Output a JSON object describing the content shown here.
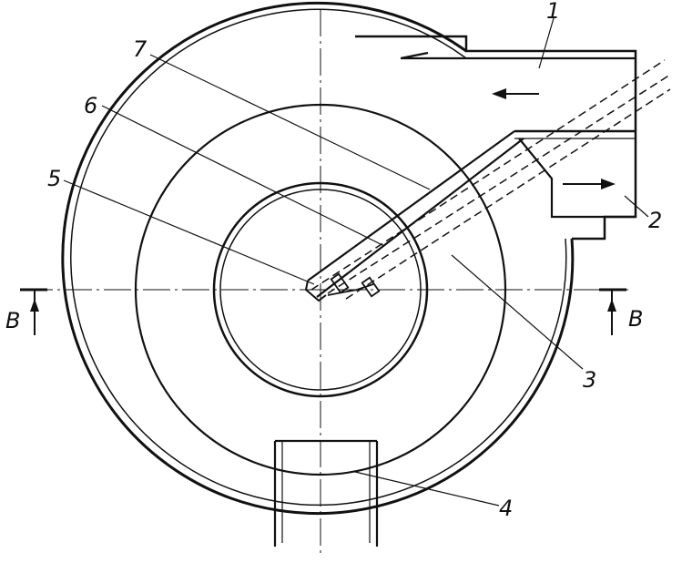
{
  "labels": {
    "n1": "1",
    "n2": "2",
    "n3": "3",
    "n4": "4",
    "n5": "5",
    "n6": "6",
    "n7": "7",
    "section_left": "B",
    "section_right": "B"
  },
  "colors": {
    "ink": "#111111",
    "paper": "#ffffff"
  }
}
